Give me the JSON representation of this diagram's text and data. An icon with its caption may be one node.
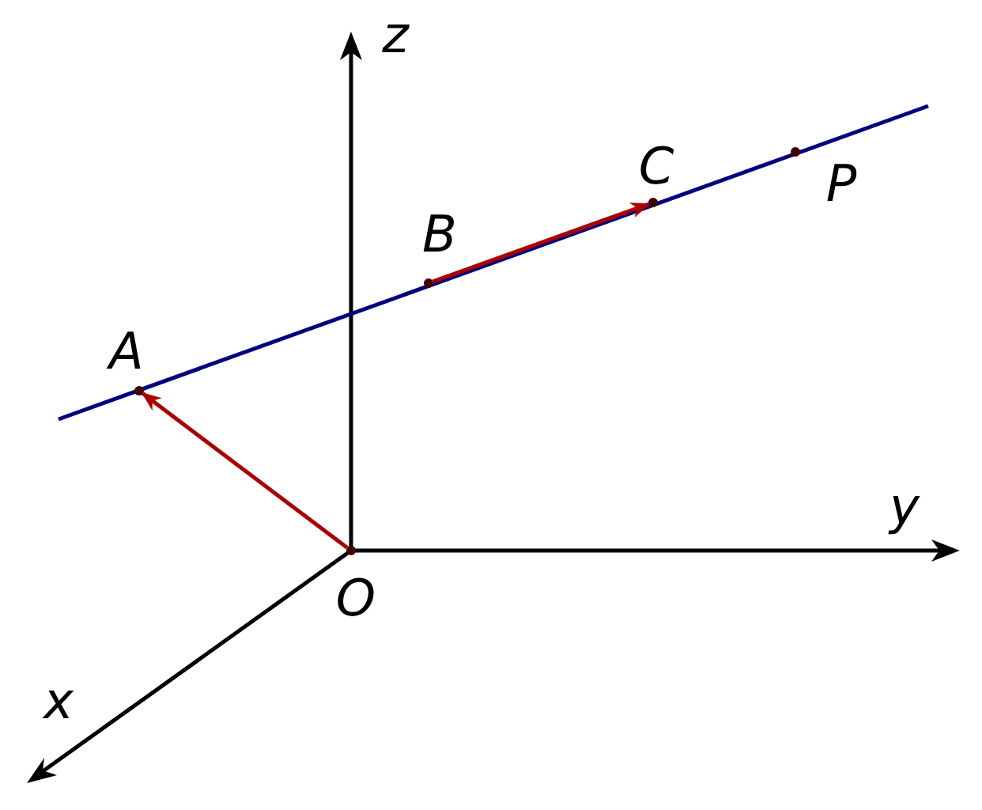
{
  "diagram": {
    "nodes": [
      {
        "text": [],
        "shape": "circle",
        "beside": [
          "A"
        ]
      },
      {
        "text": [],
        "shape": "circle",
        "beside": [
          "B"
        ]
      },
      {
        "text": [],
        "shape": "circle",
        "beside": [
          "C"
        ]
      },
      {
        "text": [],
        "shape": "circle",
        "beside": [
          "P"
        ]
      },
      {
        "text": [],
        "shape": "circle",
        "beside": [
          "O"
        ]
      }
    ],
    "edges": [
      {
        "from": 4,
        "to": 0,
        "arrow": "to",
        "color": "#aa0000"
      },
      {
        "from": 1,
        "to": 2,
        "arrow": "to",
        "color": "#aa0000"
      }
    ],
    "labels": [
      "z",
      "y",
      "x"
    ]
  }
}
